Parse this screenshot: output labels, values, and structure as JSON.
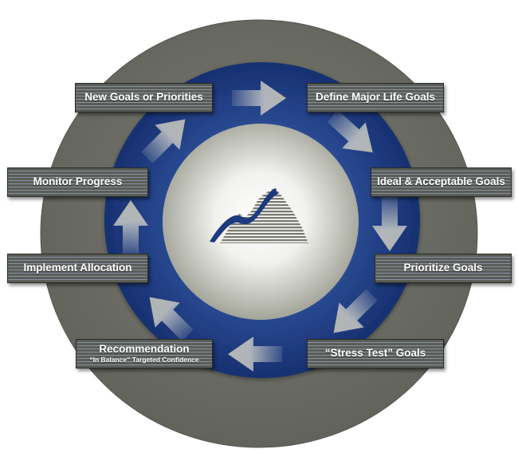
{
  "steps": {
    "new_goals": "New Goals or Priorities",
    "define_goals": "Define Major Life Goals",
    "ideal_goals": "Ideal & Acceptable Goals",
    "prioritize": "Prioritize Goals",
    "stress_test": "“Stress Test” Goals",
    "recommendation": "Recommendation",
    "recommendation_sub": "“In Balance” Targeted Confidence",
    "implement": "Implement Allocation",
    "monitor": "Monitor Progress"
  },
  "colors": {
    "outer_ring": "#6e6f66",
    "inner_ring": "#1e3a7e",
    "label_bg": "#5a5d55",
    "label_stripe": "#8a90a6",
    "arrow": "#b8b9b4",
    "logo_line": "#1e3a7e",
    "logo_mountain": "#7a7c72"
  },
  "icons": {
    "center": "mountain-growth-icon",
    "arrows": "arrow-icon"
  }
}
